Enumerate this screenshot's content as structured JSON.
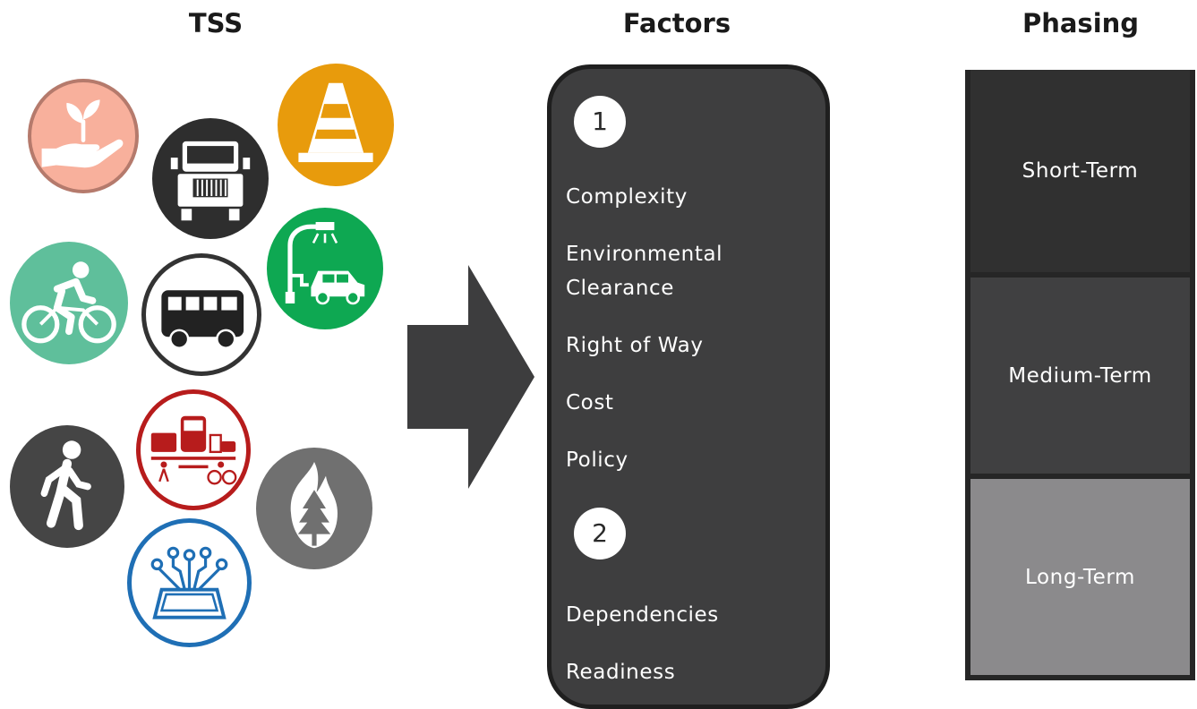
{
  "headings": {
    "tss": "TSS",
    "factors": "Factors",
    "phasing": "Phasing"
  },
  "tss_icons": [
    {
      "name": "sustainability-plant-hand-icon",
      "color": "#f8b09c"
    },
    {
      "name": "truck-icon",
      "color": "#2e2e2e"
    },
    {
      "name": "traffic-cone-icon",
      "color": "#e89b0c"
    },
    {
      "name": "bicycle-icon",
      "color": "#5fbf9b"
    },
    {
      "name": "bus-icon",
      "color": "#2e2e2e"
    },
    {
      "name": "ev-charging-icon",
      "color": "#0ea852"
    },
    {
      "name": "pedestrian-icon",
      "color": "#454545"
    },
    {
      "name": "multimodal-rail-icon",
      "color": "#b71c1c"
    },
    {
      "name": "wildfire-tree-icon",
      "color": "#707070"
    },
    {
      "name": "technology-tablet-icon",
      "color": "#1f6fb5"
    }
  ],
  "factors": {
    "group1_number": "1",
    "group1": [
      "Complexity",
      "Environmental",
      "Clearance",
      "Right of Way",
      "Cost",
      "Policy"
    ],
    "group2_number": "2",
    "group2": [
      "Dependencies",
      "Readiness"
    ]
  },
  "phasing": [
    {
      "label": "Short-Term",
      "color": "#303030"
    },
    {
      "label": "Medium-Term",
      "color": "#404041"
    },
    {
      "label": "Long-Term",
      "color": "#8b8a8c"
    }
  ],
  "colors": {
    "panel": "#3e3e3f",
    "arrow": "#3d3d3e"
  }
}
